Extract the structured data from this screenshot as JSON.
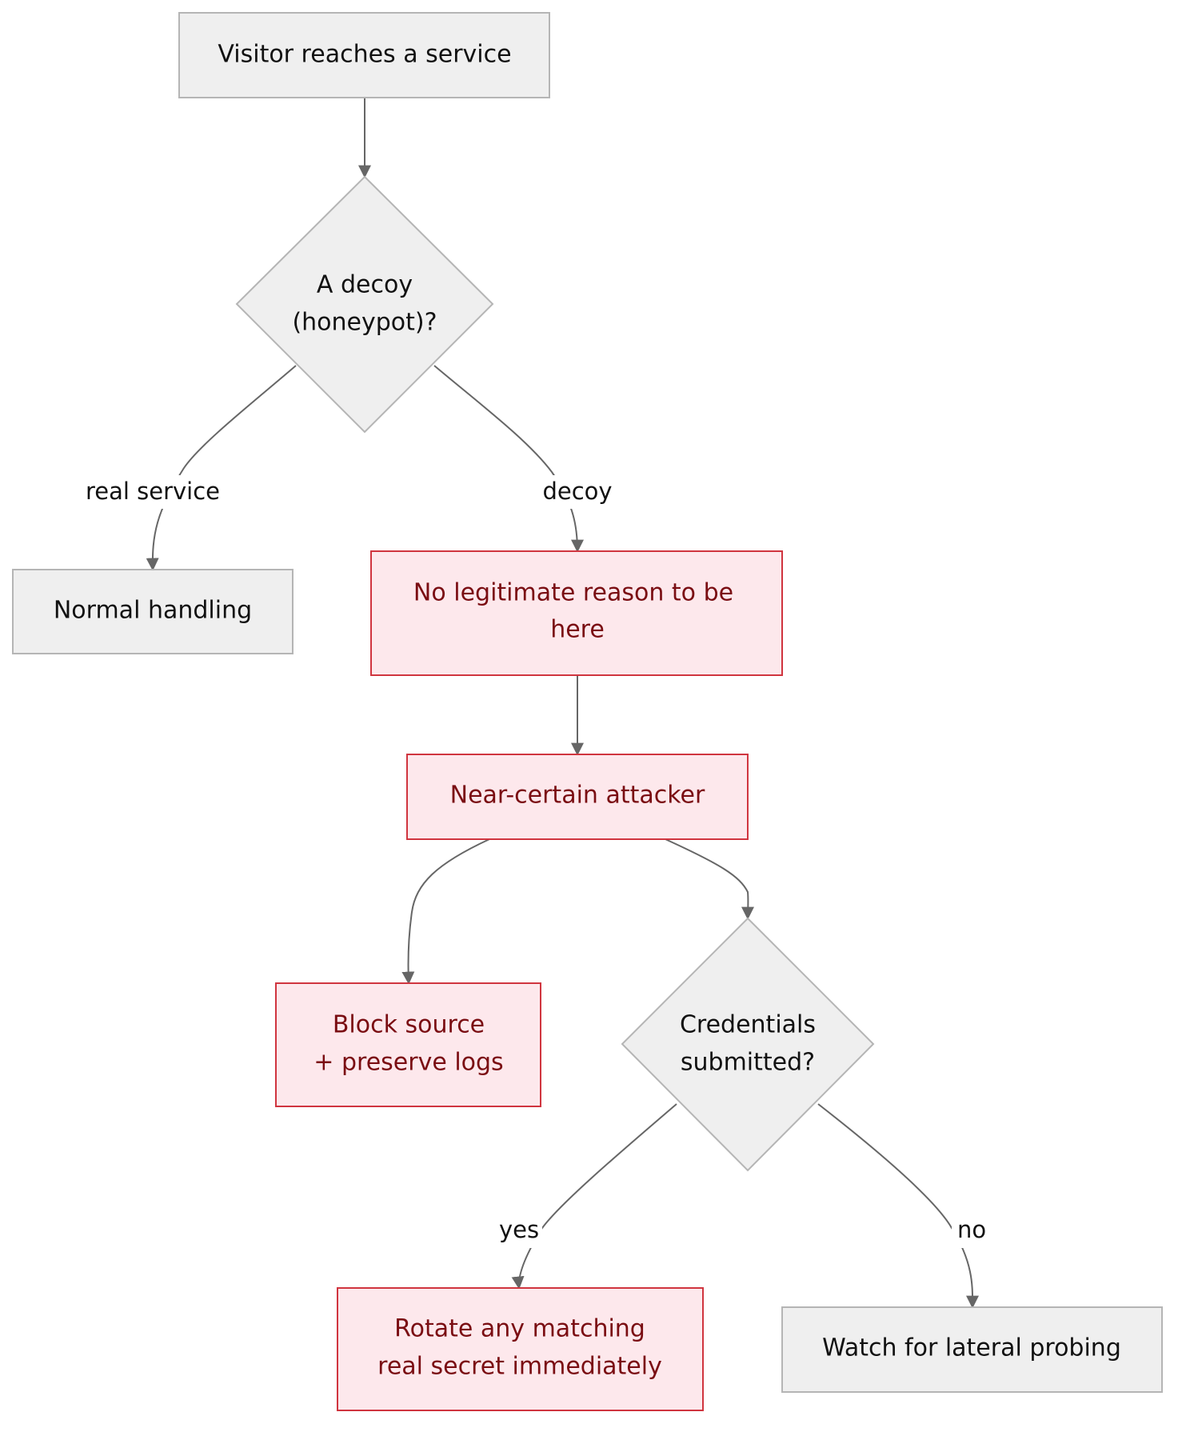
{
  "nodes": {
    "visitor": {
      "lines": [
        "Visitor reaches a service"
      ]
    },
    "decoy_check": {
      "lines": [
        "A decoy",
        "(honeypot)?"
      ]
    },
    "normal": {
      "lines": [
        "Normal handling"
      ]
    },
    "no_reason": {
      "lines": [
        "No legitimate reason to be",
        "here"
      ]
    },
    "attacker": {
      "lines": [
        "Near-certain attacker"
      ]
    },
    "block": {
      "lines": [
        "Block source",
        "+ preserve logs"
      ]
    },
    "creds_check": {
      "lines": [
        "Credentials",
        "submitted?"
      ]
    },
    "rotate": {
      "lines": [
        "Rotate any matching",
        "real secret immediately"
      ]
    },
    "watch": {
      "lines": [
        "Watch for lateral probing"
      ]
    }
  },
  "edges": {
    "real_service": "real service",
    "decoy": "decoy",
    "yes": "yes",
    "no": "no"
  },
  "colors": {
    "neutral_fill": "#efefef",
    "neutral_stroke": "#b5b5b5",
    "alert_fill": "#fde8ec",
    "alert_stroke": "#d0353f",
    "alert_text": "#7a0d12",
    "edge": "#666666"
  }
}
